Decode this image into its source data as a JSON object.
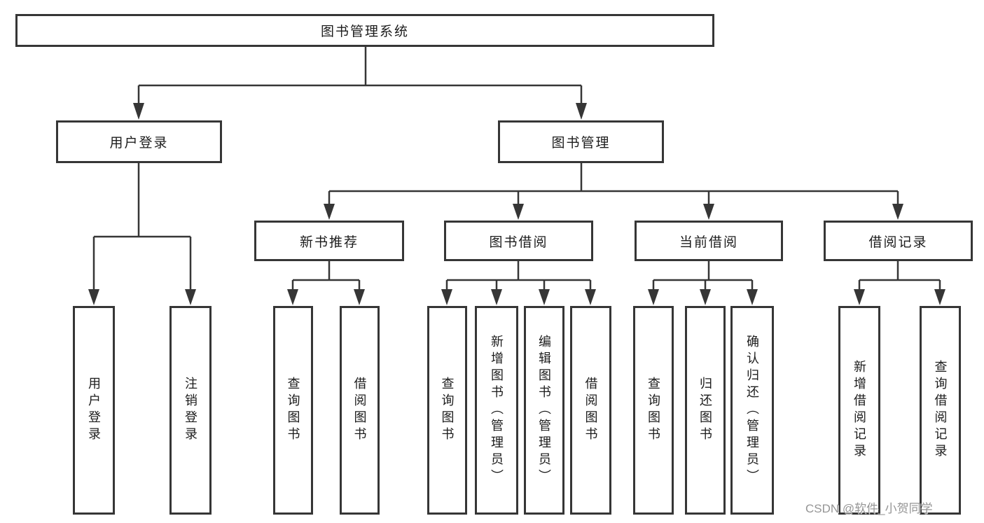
{
  "diagram": {
    "root": {
      "label": "图书管理系统"
    },
    "branches": [
      {
        "label": "用户登录",
        "children": [
          {
            "label": "用户登录"
          },
          {
            "label": "注销登录"
          }
        ]
      },
      {
        "label": "图书管理",
        "children": [
          {
            "label": "新书推荐",
            "children": [
              {
                "label": "查询图书"
              },
              {
                "label": "借阅图书"
              }
            ]
          },
          {
            "label": "图书借阅",
            "children": [
              {
                "label": "查询图书"
              },
              {
                "label": "新增图书（管理员）"
              },
              {
                "label": "编辑图书（管理员）"
              },
              {
                "label": "借阅图书"
              }
            ]
          },
          {
            "label": "当前借阅",
            "children": [
              {
                "label": "查询图书"
              },
              {
                "label": "归还图书"
              },
              {
                "label": "确认归还（管理员）"
              }
            ]
          },
          {
            "label": "借阅记录",
            "children": [
              {
                "label": "新增借阅记录"
              },
              {
                "label": "查询借阅记录"
              }
            ]
          }
        ]
      }
    ]
  },
  "watermark": {
    "text": "CSDN @软件_小贺同学"
  },
  "colors": {
    "line": "#363636",
    "border": "#363636",
    "text": "#1c1c1c",
    "background": "#ffffff",
    "watermark": "#8c8c8c"
  }
}
